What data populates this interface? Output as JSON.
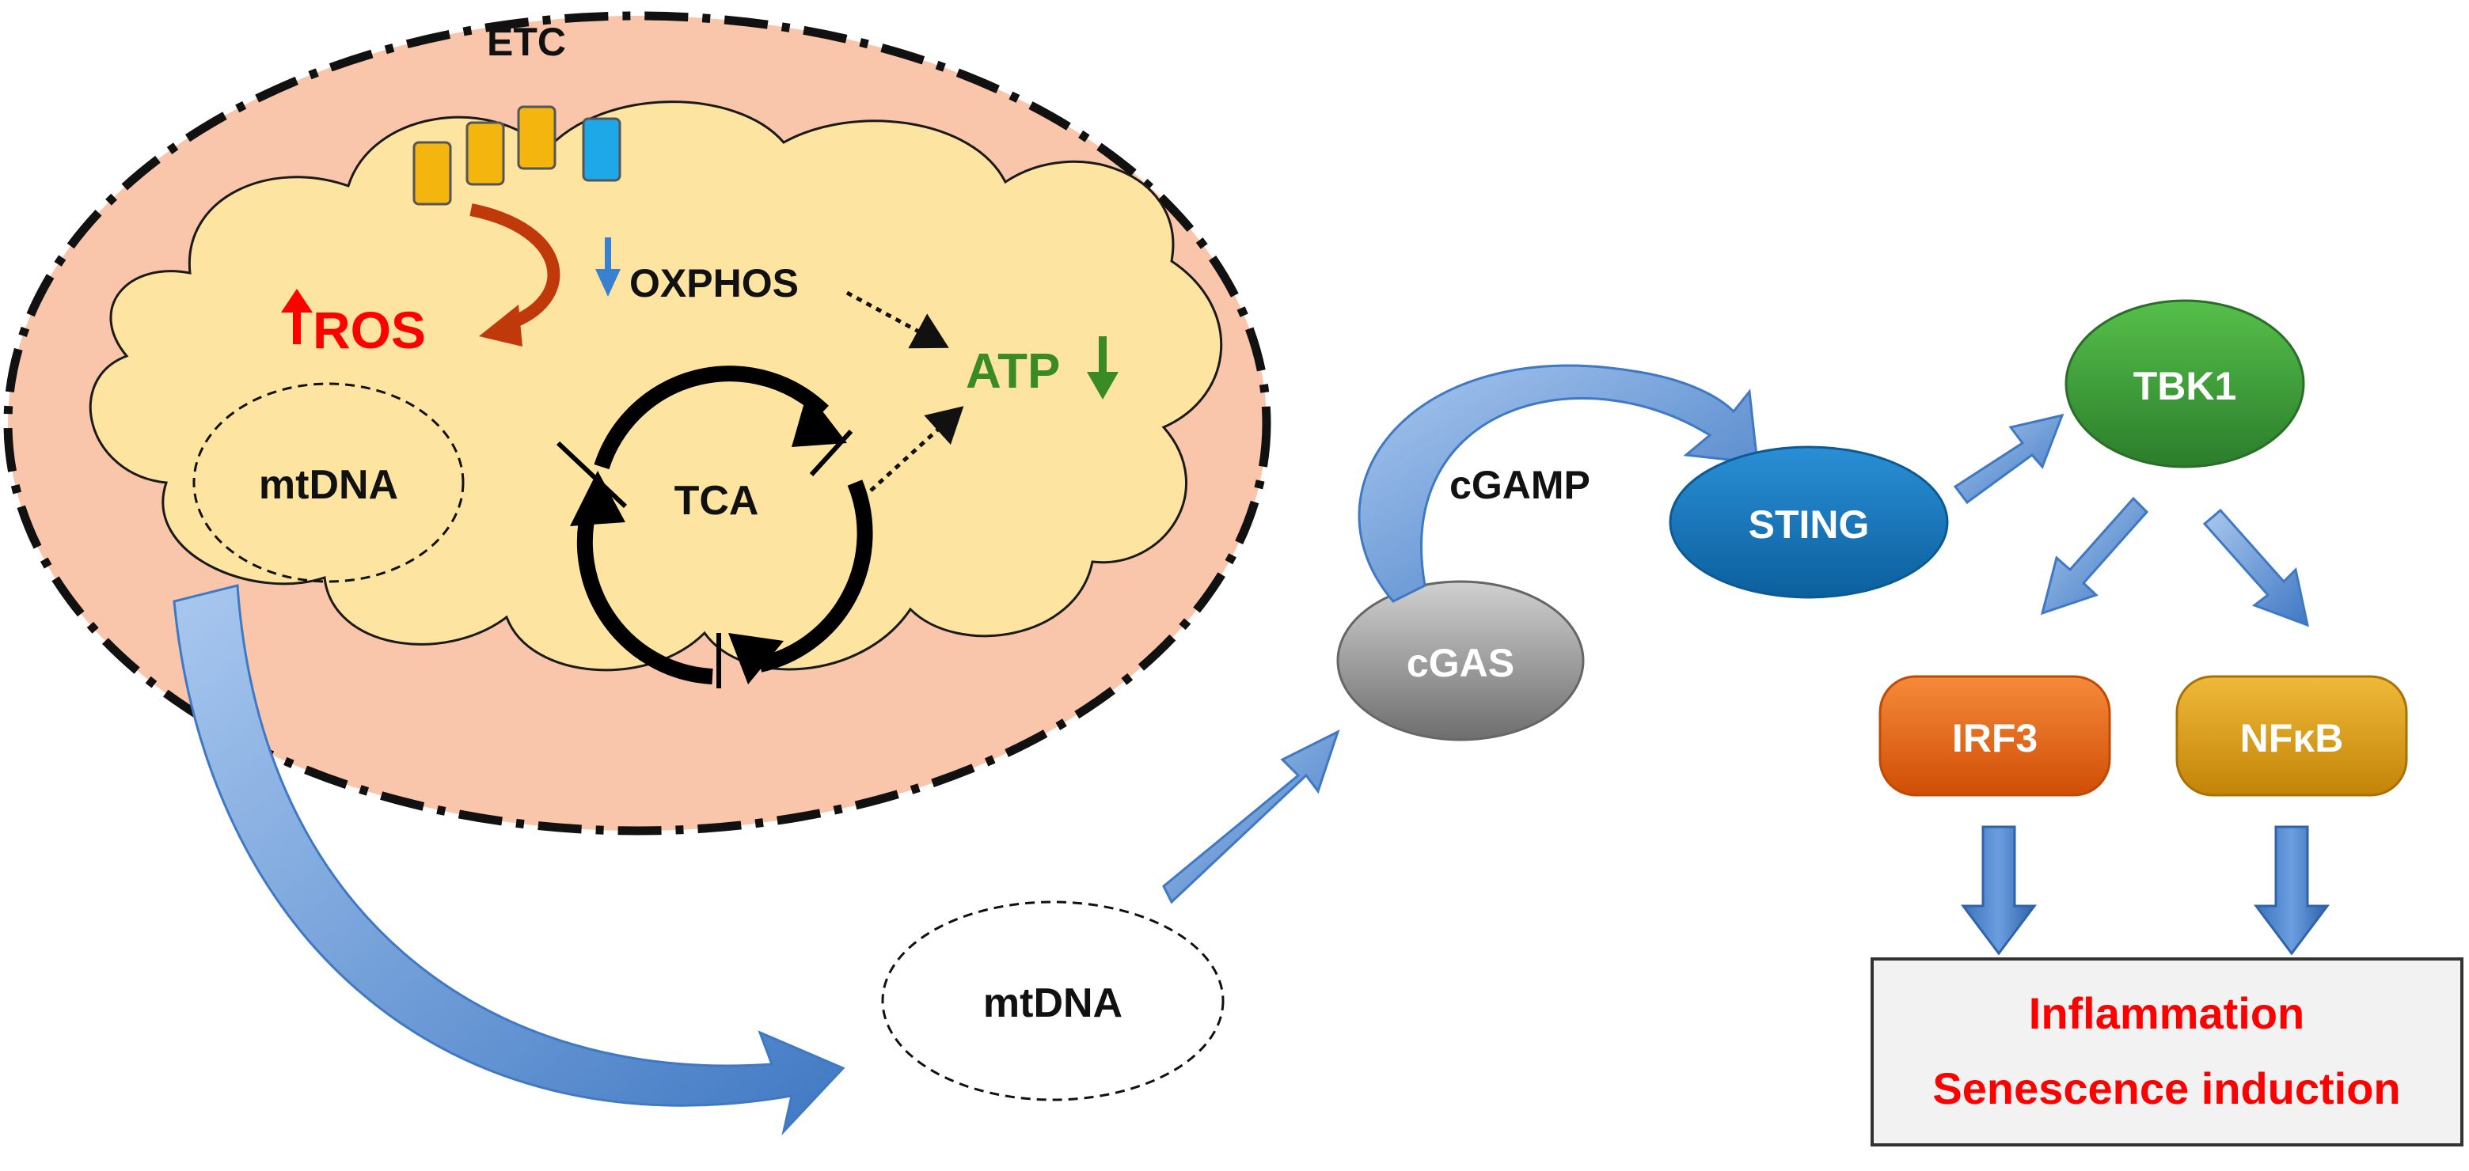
{
  "labels": {
    "etc": "ETC",
    "ros": "ROS",
    "oxphos": "OXPHOS",
    "atp": "ATP",
    "tca": "TCA",
    "mtdna_inside": "mtDNA",
    "mtdna_released": "mtDNA",
    "cgas": "cGAS",
    "cgamp": "cGAMP",
    "sting": "STING",
    "tbk1": "TBK1",
    "irf3": "IRF3",
    "nfkb": "NFκB",
    "outcome_line1": "Inflammation",
    "outcome_line2": "Senescence induction"
  },
  "colors": {
    "mito_outer_fill": "#f9c5ab",
    "mito_matrix_fill": "#fde4a0",
    "etc_complex": "#f5b50f",
    "etc_last_complex": "#1fa8e8",
    "ros_red": "#ff0000",
    "atp_green": "#3a8a26",
    "down_arrow_blue": "#3a7fd0",
    "ros_curve_arrow": "#c0390b",
    "flow_arrow_blue": "#4a86cf",
    "cgas_gray": "#8a8a8a",
    "sting_blue": "#1878c0",
    "tbk1_green": "#3c9a3a",
    "irf3_orange": "#e8600d",
    "nfkb_gold": "#d89a10",
    "outcome_red": "#ff0000",
    "outcome_box_fill": "#f2f2f2"
  }
}
